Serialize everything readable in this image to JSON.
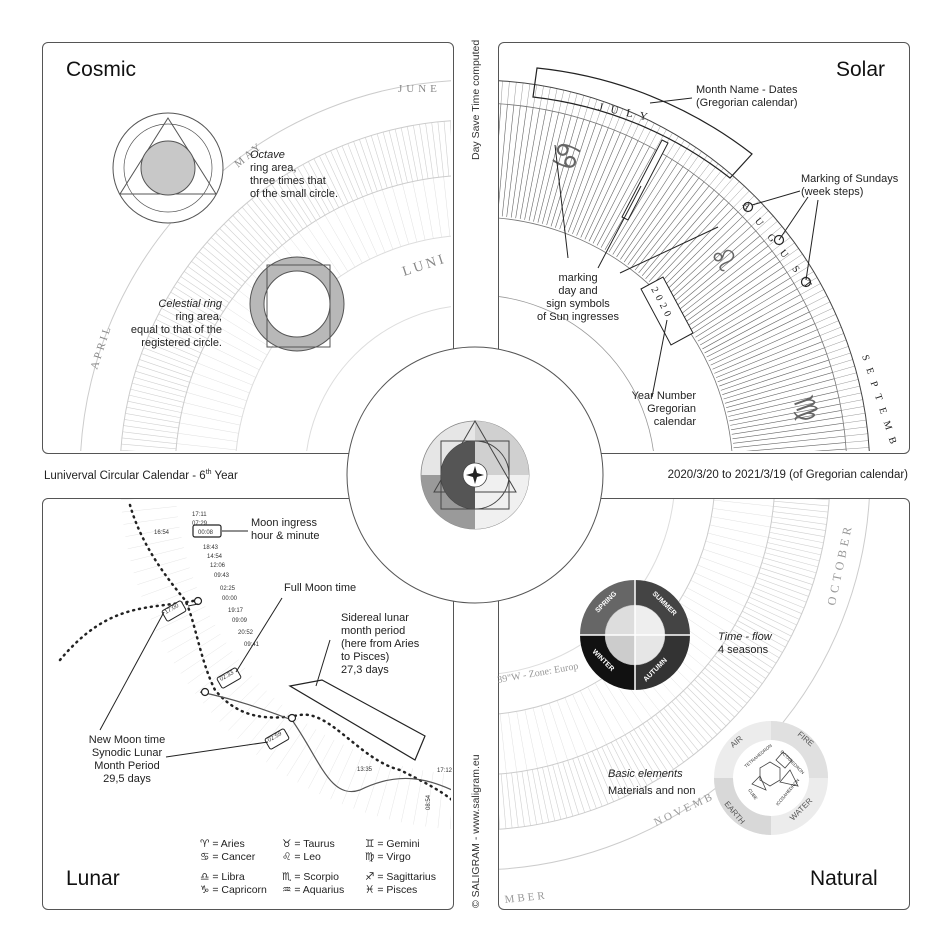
{
  "panels": {
    "cosmic": {
      "title": "Cosmic",
      "octave_title": "Octave",
      "octave_desc": [
        "ring area,",
        "three times that",
        "of the small circle."
      ],
      "celestial_title": "Celestial ring",
      "celestial_desc": [
        "ring area,",
        "equal to that of the",
        "registered circle."
      ],
      "ring_words": [
        "JUNE",
        "MAY",
        "APRIL",
        "LUNI"
      ]
    },
    "solar": {
      "title": "Solar",
      "month_name_label": "Month Name - Dates",
      "month_name_sub": "(Gregorian calendar)",
      "sundays_label": "Marking of Sundays",
      "sundays_sub": "(week steps)",
      "ingress_label": [
        "marking",
        "day and",
        "sign symbols",
        "of Sun ingresses"
      ],
      "year_label": [
        "Year Number",
        "Gregorian",
        "calendar"
      ],
      "year_box": "2020",
      "months": [
        "JULY",
        "AUGUST",
        "SEPTEMB"
      ]
    },
    "lunar": {
      "title": "Lunar",
      "moon_ingress_label": "Moon ingress",
      "moon_ingress_sub": "hour & minute",
      "full_moon_label": "Full Moon time",
      "sidereal_label": [
        "Sidereal lunar",
        "month period",
        "(here from Aries",
        "to Pisces)",
        "27,3 days"
      ],
      "new_moon_label": [
        "New Moon time",
        "Synodic Lunar",
        "Month Period",
        "29,5 days"
      ],
      "times": [
        "17:11",
        "07:29",
        "00:08",
        "18:43",
        "14:54",
        "12:06",
        "09:43",
        "02:25",
        "00:00",
        "19:17",
        "09:09",
        "20:52",
        "09:41",
        "16:54",
        "13:35",
        "17:12",
        "08:54"
      ],
      "tag_times": [
        "17:00",
        "02:33",
        "02:59"
      ]
    },
    "natural": {
      "title": "Natural",
      "time_flow_title": "Time - flow",
      "time_flow_sub": "4 seasons",
      "seasons": [
        "SPRING",
        "SUMMER",
        "WINTER",
        "AUTUMN"
      ],
      "basic_title": "Basic elements",
      "basic_sub": "Materials and non",
      "elements": [
        "AIR",
        "FIRE",
        "EARTH",
        "WATER"
      ],
      "solids": [
        "TETRAHEDRON",
        "OCTAHEDRON",
        "CUBE",
        "ICOSAHEDRON"
      ],
      "ring_words": [
        "OCTOBER",
        "NOVEMB",
        "MBER"
      ],
      "zone_text": "39\"W - Zone: Europ"
    }
  },
  "center": {
    "left_caption": "Luniverval Circular Calendar - 6",
    "left_caption_sup": "th",
    "left_caption_end": " Year",
    "right_caption": "2020/3/20 to 2021/3/19 (of Gregorian calendar)"
  },
  "vertical": {
    "top": "Day Save Time computed",
    "bottom": "©  SALIGRAM  -   www.saligram.eu"
  },
  "legend": [
    {
      "sym": "♈",
      "name": "Aries"
    },
    {
      "sym": "♉",
      "name": "Taurus"
    },
    {
      "sym": "♊",
      "name": "Gemini"
    },
    {
      "sym": "♋",
      "name": "Cancer"
    },
    {
      "sym": "♌",
      "name": "Leo"
    },
    {
      "sym": "♍",
      "name": "Virgo"
    },
    {
      "sym": "♎",
      "name": "Libra"
    },
    {
      "sym": "♏",
      "name": "Scorpio"
    },
    {
      "sym": "♐",
      "name": "Sagittarius"
    },
    {
      "sym": "♑",
      "name": "Capricorn"
    },
    {
      "sym": "♒",
      "name": "Aquarius"
    },
    {
      "sym": "♓",
      "name": "Pisces"
    }
  ],
  "colors": {
    "line": "#555555",
    "tick": "#bbbbbb",
    "shade": "#cccccc",
    "dark": "#333333"
  }
}
